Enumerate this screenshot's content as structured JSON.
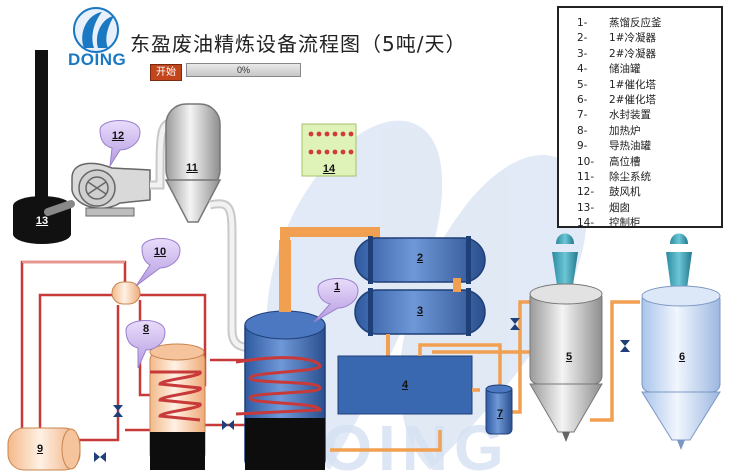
{
  "header": {
    "title": "东盈废油精炼设备流程图（5吨/天）",
    "brand": "DOING",
    "watermark": "DOING"
  },
  "controls": {
    "start_label": "开始",
    "progress_text": "0%",
    "progress_value": 0
  },
  "legend": [
    {
      "num": "1-",
      "name": "蒸馏反应釜"
    },
    {
      "num": "2-",
      "name": "1#冷凝器"
    },
    {
      "num": "3-",
      "name": "2#冷凝器"
    },
    {
      "num": "4-",
      "name": "储油罐"
    },
    {
      "num": "5-",
      "name": "1#催化塔"
    },
    {
      "num": "6-",
      "name": "2#催化塔"
    },
    {
      "num": "7-",
      "name": "水封装置"
    },
    {
      "num": "8-",
      "name": "加热炉"
    },
    {
      "num": "9-",
      "name": "导热油罐"
    },
    {
      "num": "10-",
      "name": "高位槽"
    },
    {
      "num": "11-",
      "name": "除尘系统"
    },
    {
      "num": "12-",
      "name": "鼓风机"
    },
    {
      "num": "13-",
      "name": "烟囱"
    },
    {
      "num": "14-",
      "name": "控制柜"
    }
  ],
  "labels": [
    "1",
    "2",
    "3",
    "4",
    "5",
    "6",
    "7",
    "8",
    "9",
    "10",
    "11",
    "12",
    "13",
    "14"
  ],
  "colors": {
    "equipment_blue": "#3a68b0",
    "oil_pipe": "#f0a050",
    "hot_pipe": "#c83a3a",
    "watermark": "#c9d8ee",
    "catalytic_top": "#3aa6b8"
  }
}
